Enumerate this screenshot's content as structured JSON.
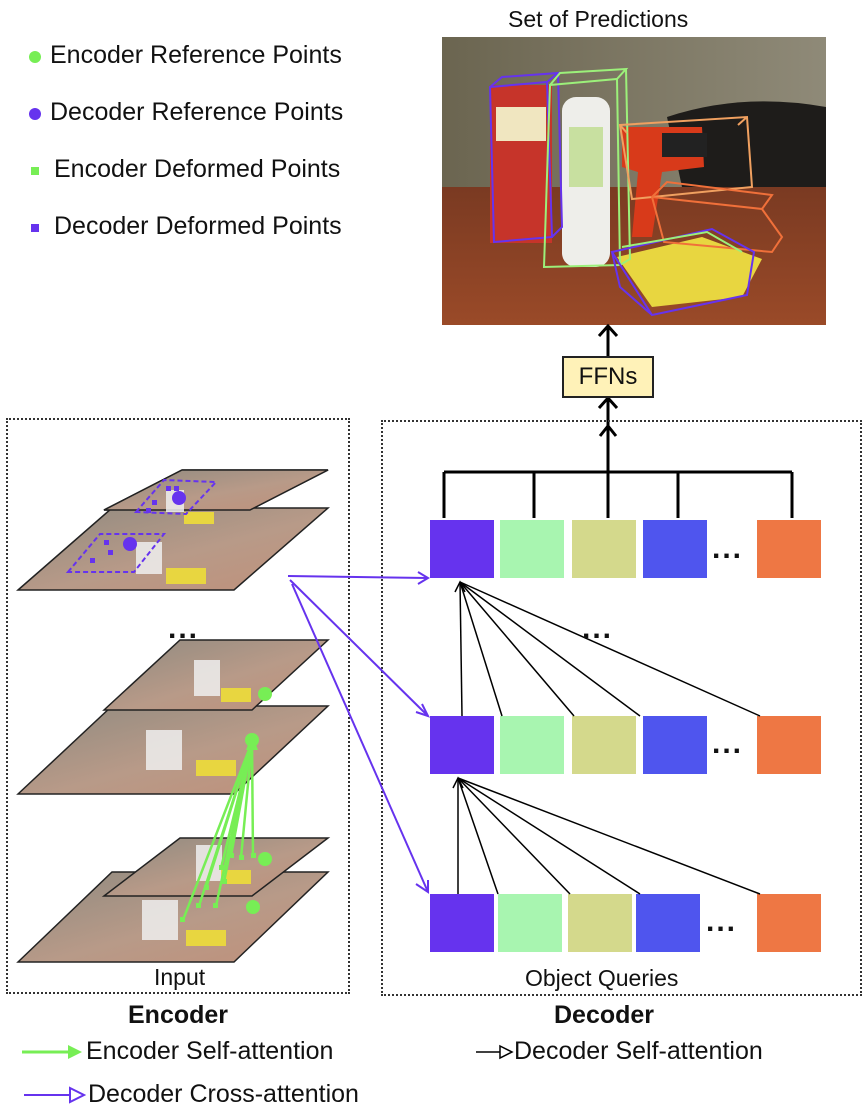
{
  "legend": {
    "items": [
      {
        "label": "Encoder Reference Points",
        "shape": "circle",
        "color": "#77ee55"
      },
      {
        "label": "Decoder Reference Points",
        "shape": "circle",
        "color": "#6633ee"
      },
      {
        "label": "Encoder Deformed Points",
        "shape": "square",
        "color": "#77ee55"
      },
      {
        "label": "Decoder Deformed Points",
        "shape": "square",
        "color": "#6633ee"
      }
    ]
  },
  "predictions": {
    "title": "Set of Predictions"
  },
  "ffn": {
    "label": "FFNs"
  },
  "encoder": {
    "ellipsis": "...",
    "input_label": "Input",
    "title": "Encoder"
  },
  "decoder": {
    "ellipsis_inline": "...",
    "ellipsis_between": "...",
    "queries_label": "Object Queries",
    "title": "Decoder",
    "query_colors": [
      "#6633ee",
      "#a8f5b0",
      "#d4d98c",
      "#4f55ee",
      "#ee7744"
    ]
  },
  "bottom_legend": {
    "encoder_self_attention": "Encoder Self-attention",
    "decoder_cross_attention": "Decoder Cross-attention",
    "decoder_self_attention": "Decoder Self-attention"
  },
  "colors": {
    "encoder_green": "#77ee55",
    "decoder_purple": "#6633ee",
    "ffn_fill": "#fff2b8"
  }
}
